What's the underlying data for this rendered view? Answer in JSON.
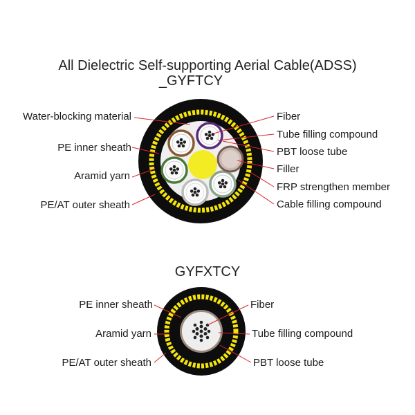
{
  "diagram1": {
    "title_line1": "All Dielectric Self-supporting Aerial Cable(ADSS)",
    "title_line2": "_GYFTCY",
    "left_labels": [
      "Water-blocking material",
      "PE inner sheath",
      "Aramid yarn",
      "PE/AT outer sheath"
    ],
    "right_labels": [
      "Fiber",
      "Tube filling compound",
      "PBT loose tube",
      "Filler",
      "FRP strengthen member",
      "Cable filling compound"
    ]
  },
  "diagram2": {
    "title": "GYFXTCY",
    "left_labels": [
      "PE inner sheath",
      "Aramid yarn",
      "PE/AT outer sheath"
    ],
    "right_labels": [
      "Fiber",
      "Tube filling compound",
      "PBT loose tube"
    ]
  },
  "colors": {
    "outer_sheath": "#0d0d0d",
    "aramid_yellow": "#f5e50a",
    "leader_red": "#d9252a",
    "filler_center": "#f3ec24"
  }
}
